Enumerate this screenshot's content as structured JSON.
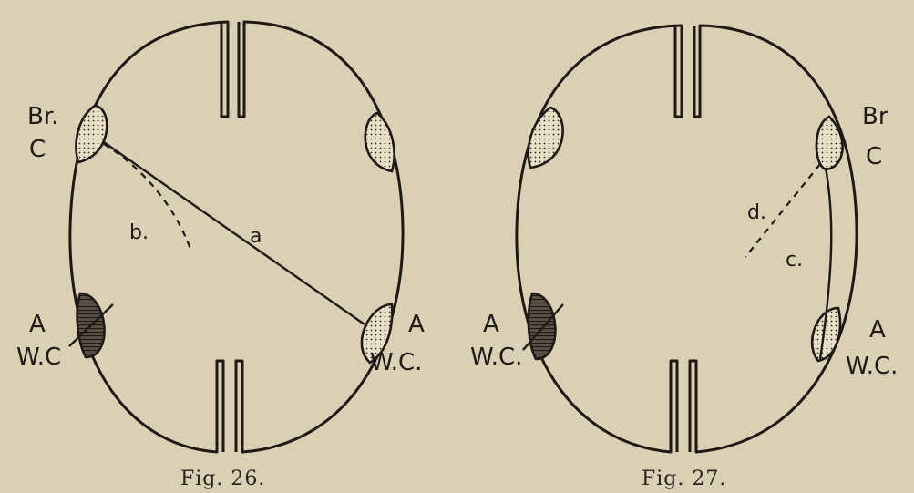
{
  "figures": [
    {
      "caption": "Fig. 26.",
      "labels": {
        "brc_top": "Br.",
        "brc_bottom": "C",
        "awc_left_top": "A",
        "awc_left_bottom": "W.C",
        "awc_right_top": "A",
        "awc_right_bottom": "W.C.",
        "line_a": "a",
        "line_b": "b."
      }
    },
    {
      "caption": "Fig. 27.",
      "labels": {
        "brc_top": "Br",
        "brc_bottom": "C",
        "awc_left_top": "A",
        "awc_left_bottom": "W.C.",
        "awc_right_top": "A",
        "awc_right_bottom": "W.C.",
        "line_c": "c.",
        "line_d": "d."
      }
    }
  ]
}
